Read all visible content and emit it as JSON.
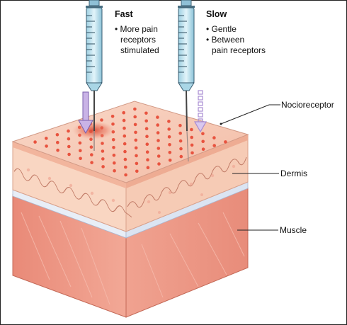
{
  "fast": {
    "title": "Fast",
    "bullets": [
      "• More pain",
      "receptors",
      "stimulated"
    ]
  },
  "slow": {
    "title": "Slow",
    "bullets": [
      "• Gentle",
      "• Between",
      "pain receptors"
    ]
  },
  "labels": {
    "nocioreceptor": "Nocioreceptor",
    "dermis": "Dermis",
    "muscle": "Muscle"
  },
  "colors": {
    "epidermis_top": "#f6c9b6",
    "dermis": "#f7d2bd",
    "muscle": "#ef9a86",
    "receptor": "#e8533f",
    "syringe": "#bfe3ef",
    "arrow": "#b59ad6"
  }
}
